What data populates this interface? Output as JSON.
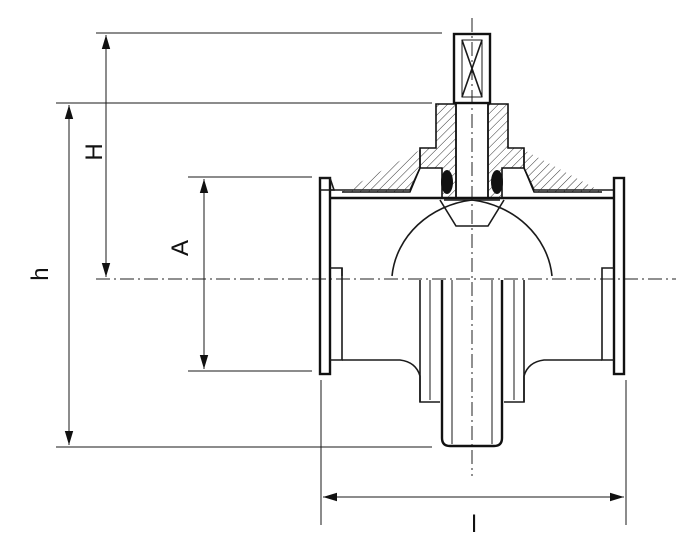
{
  "labels": {
    "h": "h",
    "H": "H",
    "A": "A",
    "l": "l"
  },
  "colors": {
    "line": "#111111",
    "hatch": "#333333",
    "background": "#ffffff"
  }
}
